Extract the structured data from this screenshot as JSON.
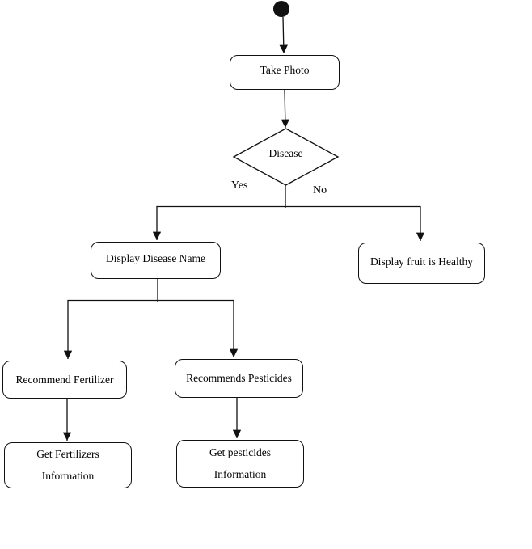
{
  "diagram": {
    "type": "uml-activity-diagram",
    "colors": {
      "stroke": "#111111",
      "background": "#ffffff",
      "start_node_fill": "#111111"
    },
    "start_node": {
      "shape": "filled-circle"
    },
    "nodes": {
      "take_photo": {
        "label": "Take Photo"
      },
      "decision": {
        "label": "Disease"
      },
      "display_disease_name": {
        "label": "Display Disease Name"
      },
      "display_fruit_healthy": {
        "label": "Display fruit is Healthy"
      },
      "recommend_fertilizer": {
        "label": "Recommend Fertilizer"
      },
      "recommends_pesticides": {
        "label": "Recommends Pesticides"
      },
      "get_fertilizers_information": {
        "line1": "Get Fertilizers",
        "line2": "Information"
      },
      "get_pesticides_information": {
        "line1": "Get pesticides",
        "line2": "Information"
      }
    },
    "branch_labels": {
      "yes": "Yes",
      "no": "No"
    }
  }
}
